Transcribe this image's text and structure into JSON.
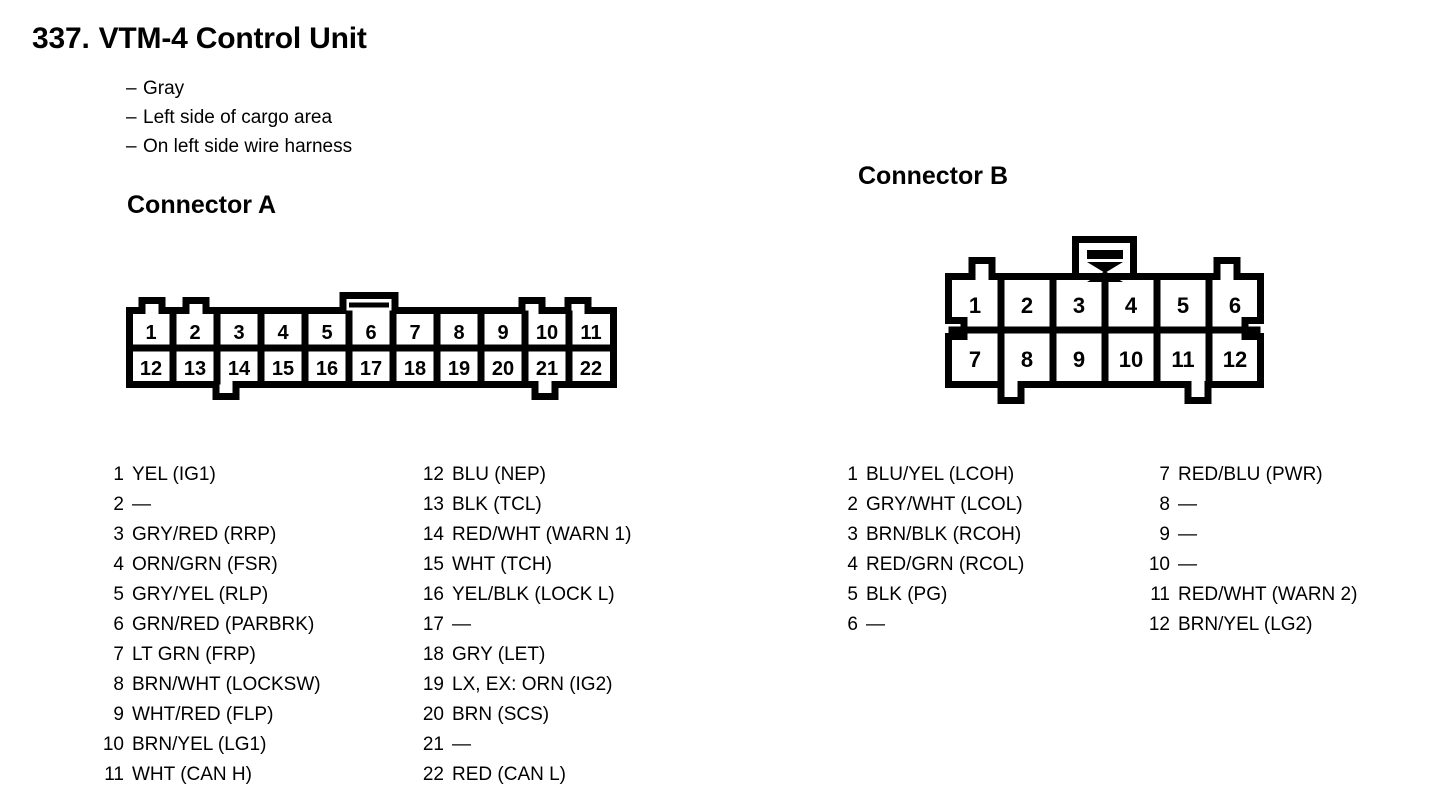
{
  "header": {
    "number": "337.",
    "title": "VTM-4 Control Unit",
    "notes": [
      "Gray",
      "Left side of cargo area",
      "On left side wire harness"
    ],
    "dash": "–"
  },
  "empty_marker": "—",
  "connector_a": {
    "title": "Connector A",
    "pin_count": 22,
    "top_row": [
      "1",
      "2",
      "3",
      "4",
      "5",
      "6",
      "7",
      "8",
      "9",
      "10",
      "11"
    ],
    "bottom_row": [
      "12",
      "13",
      "14",
      "15",
      "16",
      "17",
      "18",
      "19",
      "20",
      "21",
      "22"
    ],
    "column_left": [
      {
        "pin": "1",
        "desc": "YEL (IG1)"
      },
      {
        "pin": "2",
        "desc": "—"
      },
      {
        "pin": "3",
        "desc": "GRY/RED (RRP)"
      },
      {
        "pin": "4",
        "desc": "ORN/GRN (FSR)"
      },
      {
        "pin": "5",
        "desc": "GRY/YEL (RLP)"
      },
      {
        "pin": "6",
        "desc": "GRN/RED (PARBRK)"
      },
      {
        "pin": "7",
        "desc": "LT GRN (FRP)"
      },
      {
        "pin": "8",
        "desc": "BRN/WHT (LOCKSW)"
      },
      {
        "pin": "9",
        "desc": "WHT/RED (FLP)"
      },
      {
        "pin": "10",
        "desc": "BRN/YEL (LG1)"
      },
      {
        "pin": "11",
        "desc": "WHT (CAN H)"
      }
    ],
    "column_right": [
      {
        "pin": "12",
        "desc": "BLU (NEP)"
      },
      {
        "pin": "13",
        "desc": "BLK (TCL)"
      },
      {
        "pin": "14",
        "desc": "RED/WHT (WARN 1)"
      },
      {
        "pin": "15",
        "desc": "WHT (TCH)"
      },
      {
        "pin": "16",
        "desc": "YEL/BLK (LOCK L)"
      },
      {
        "pin": "17",
        "desc": "—"
      },
      {
        "pin": "18",
        "desc": "GRY (LET)"
      },
      {
        "pin": "19",
        "desc": "LX, EX: ORN (IG2)"
      },
      {
        "pin": "20",
        "desc": "BRN (SCS)"
      },
      {
        "pin": "21",
        "desc": "—"
      },
      {
        "pin": "22",
        "desc": "RED (CAN L)"
      }
    ]
  },
  "connector_b": {
    "title": "Connector B",
    "pin_count": 12,
    "top_row": [
      "1",
      "2",
      "3",
      "4",
      "5",
      "6"
    ],
    "bottom_row": [
      "7",
      "8",
      "9",
      "10",
      "11",
      "12"
    ],
    "column_left": [
      {
        "pin": "1",
        "desc": "BLU/YEL (LCOH)"
      },
      {
        "pin": "2",
        "desc": "GRY/WHT (LCOL)"
      },
      {
        "pin": "3",
        "desc": "BRN/BLK (RCOH)"
      },
      {
        "pin": "4",
        "desc": "RED/GRN (RCOL)"
      },
      {
        "pin": "5",
        "desc": "BLK (PG)"
      },
      {
        "pin": "6",
        "desc": "—"
      }
    ],
    "column_right": [
      {
        "pin": "7",
        "desc": "RED/BLU (PWR)"
      },
      {
        "pin": "8",
        "desc": "—"
      },
      {
        "pin": "9",
        "desc": "—"
      },
      {
        "pin": "10",
        "desc": "—"
      },
      {
        "pin": "11",
        "desc": "RED/WHT (WARN 2)"
      },
      {
        "pin": "12",
        "desc": "BRN/YEL (LG2)"
      }
    ]
  },
  "colors": {
    "ink": "#000000",
    "paper": "#ffffff"
  }
}
